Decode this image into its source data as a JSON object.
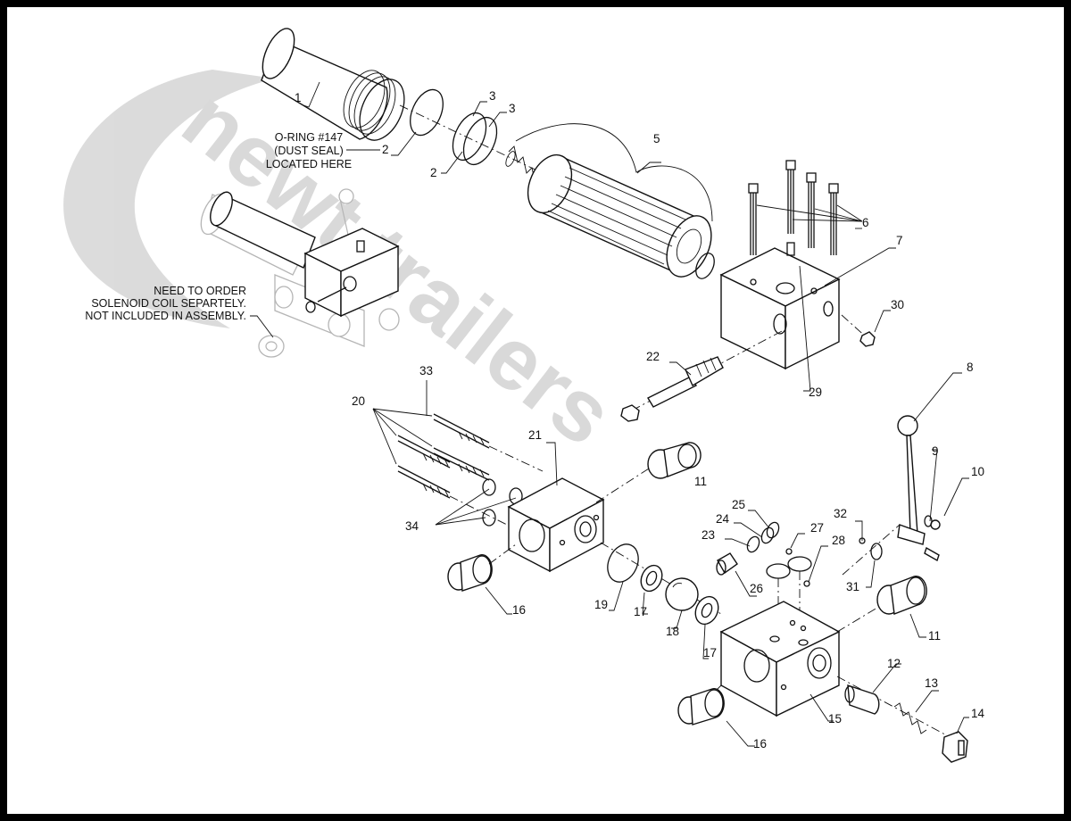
{
  "watermark": {
    "text": "newt trailers"
  },
  "notes": {
    "oring": [
      "O-RING #147",
      "(DUST SEAL)",
      "LOCATED HERE"
    ],
    "solenoid": [
      "NEED TO ORDER",
      "SOLENOID COIL SEPARTELY.",
      "NOT INCLUDED IN ASSEMBLY."
    ]
  },
  "callouts": {
    "c1": "1",
    "c2a": "2",
    "c2b": "2",
    "c3a": "3",
    "c3b": "3",
    "c5": "5",
    "c6": "6",
    "c7": "7",
    "c8": "8",
    "c9": "9",
    "c10": "10",
    "c11a": "11",
    "c11b": "11",
    "c12": "12",
    "c13": "13",
    "c14": "14",
    "c15": "15",
    "c16a": "16",
    "c16b": "16",
    "c17a": "17",
    "c17b": "17",
    "c18": "18",
    "c19": "19",
    "c20": "20",
    "c21": "21",
    "c22": "22",
    "c23": "23",
    "c24": "24",
    "c25": "25",
    "c26": "26",
    "c27": "27",
    "c28": "28",
    "c29": "29",
    "c30": "30",
    "c31": "31",
    "c32": "32",
    "c33": "33",
    "c34": "34"
  }
}
